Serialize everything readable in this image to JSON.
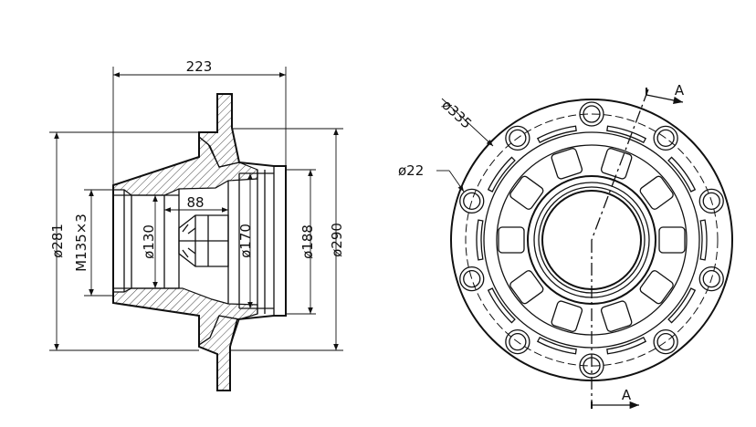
{
  "side_view": {
    "dim_length": "223",
    "dim_inner_length": "88",
    "dim_d281": "ø281",
    "dim_thread": "M135×3",
    "dim_d130": "ø130",
    "dim_d170": "ø170",
    "dim_d188": "ø188",
    "dim_d290": "ø290"
  },
  "front_view": {
    "dim_pcd": "ø335",
    "dim_hole": "ø22",
    "section_label_top": "A",
    "section_label_bottom": "A"
  }
}
